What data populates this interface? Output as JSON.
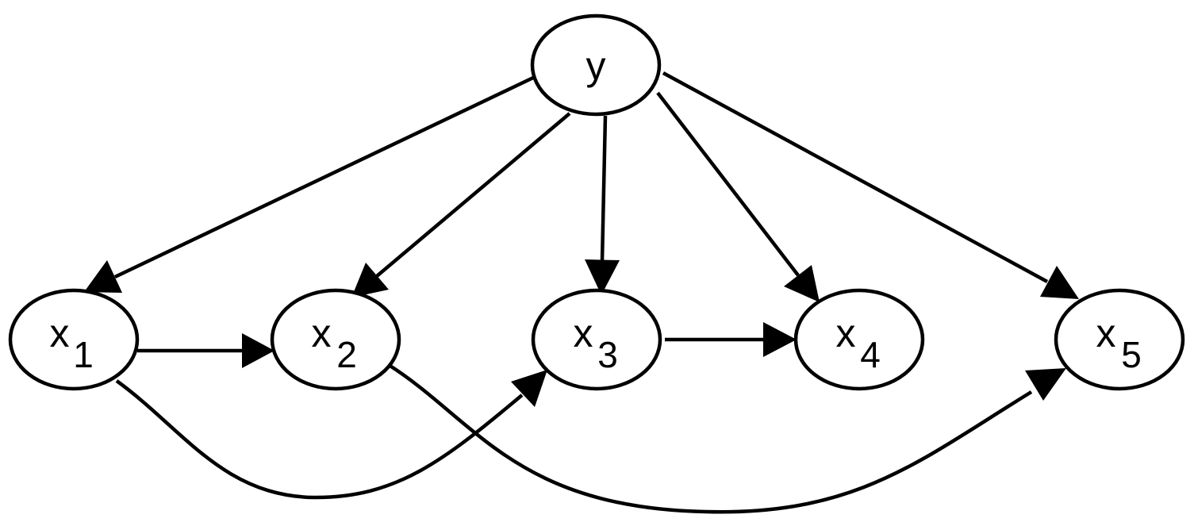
{
  "diagram": {
    "type": "directed-graph",
    "line_color": "#000000",
    "nodes": [
      {
        "id": "y",
        "label": "y",
        "sub": ""
      },
      {
        "id": "x1",
        "label": "x",
        "sub": "1"
      },
      {
        "id": "x2",
        "label": "x",
        "sub": "2"
      },
      {
        "id": "x3",
        "label": "x",
        "sub": "3"
      },
      {
        "id": "x4",
        "label": "x",
        "sub": "4"
      },
      {
        "id": "x5",
        "label": "x",
        "sub": "5"
      }
    ],
    "edges": [
      {
        "from": "y",
        "to": "x1"
      },
      {
        "from": "y",
        "to": "x2"
      },
      {
        "from": "y",
        "to": "x3"
      },
      {
        "from": "y",
        "to": "x4"
      },
      {
        "from": "y",
        "to": "x5"
      },
      {
        "from": "x1",
        "to": "x2"
      },
      {
        "from": "x3",
        "to": "x4"
      },
      {
        "from": "x1",
        "to": "x3"
      },
      {
        "from": "x2",
        "to": "x5"
      }
    ]
  }
}
